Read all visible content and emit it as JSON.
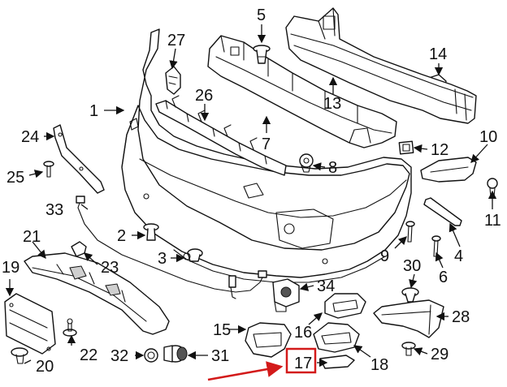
{
  "callouts": {
    "c1": "1",
    "c2": "2",
    "c3": "3",
    "c4": "4",
    "c5": "5",
    "c6": "6",
    "c7": "7",
    "c8": "8",
    "c9": "9",
    "c10": "10",
    "c11": "11",
    "c12": "12",
    "c13": "13",
    "c14": "14",
    "c15": "15",
    "c16": "16",
    "c17": "17",
    "c18": "18",
    "c19": "19",
    "c20": "20",
    "c21": "21",
    "c22": "22",
    "c23": "23",
    "c24": "24",
    "c25": "25",
    "c26": "26",
    "c27": "27",
    "c28": "28",
    "c29": "29",
    "c30": "30",
    "c31": "31",
    "c32": "32",
    "c33": "33",
    "c34": "34"
  },
  "highlight": {
    "callout": "17",
    "color": "#d31a1a"
  }
}
